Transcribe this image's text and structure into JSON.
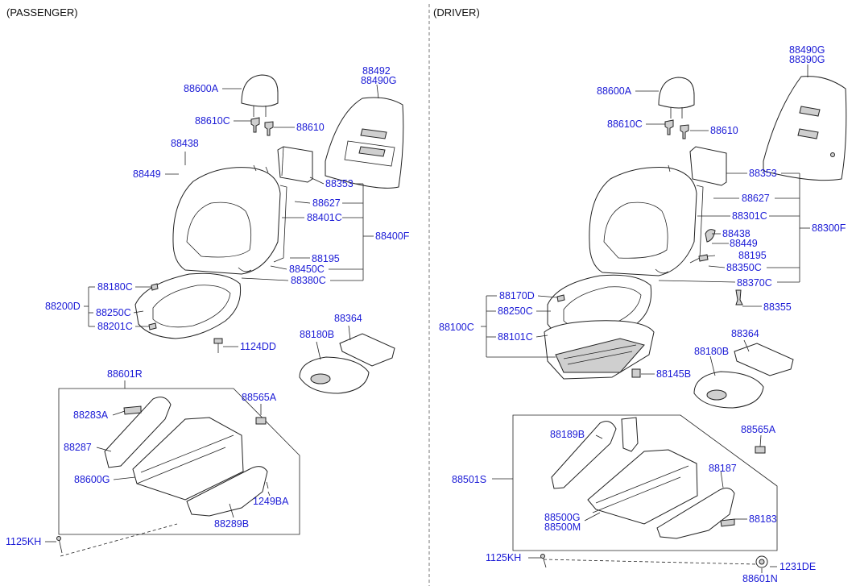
{
  "headers": {
    "passenger": "(PASSENGER)",
    "driver": "(DRIVER)"
  },
  "passenger": {
    "labels": {
      "p88600A": "88600A",
      "p88492": "88492",
      "p88490G": "88490G",
      "p88610C": "88610C",
      "p88610": "88610",
      "p88438": "88438",
      "p88449": "88449",
      "p88353": "88353",
      "p88627": "88627",
      "p88401C": "88401C",
      "p88400F": "88400F",
      "p88195": "88195",
      "p88450C": "88450C",
      "p88380C": "88380C",
      "p88180C": "88180C",
      "p88200D": "88200D",
      "p88250C": "88250C",
      "p88201C": "88201C",
      "p88364": "88364",
      "p88180B": "88180B",
      "p1124DD": "1124DD",
      "p88601R": "88601R",
      "p88565A": "88565A",
      "p88283A": "88283A",
      "p88287": "88287",
      "p88600G": "88600G",
      "p1249BA": "1249BA",
      "p88289B": "88289B",
      "p1125KH": "1125KH"
    }
  },
  "driver": {
    "labels": {
      "d88490G": "88490G",
      "d88390G": "88390G",
      "d88600A": "88600A",
      "d88610C": "88610C",
      "d88610": "88610",
      "d88353": "88353",
      "d88627": "88627",
      "d88301C": "88301C",
      "d88300F": "88300F",
      "d88438": "88438",
      "d88449": "88449",
      "d88195": "88195",
      "d88350C": "88350C",
      "d88370C": "88370C",
      "d88355": "88355",
      "d88170D": "88170D",
      "d88250C": "88250C",
      "d88100C": "88100C",
      "d88101C": "88101C",
      "d88364": "88364",
      "d88180B": "88180B",
      "d88145B": "88145B",
      "d88565A": "88565A",
      "d88189B": "88189B",
      "d88187": "88187",
      "d88501S": "88501S",
      "d88183": "88183",
      "d88500G": "88500G",
      "d88500M": "88500M",
      "d1125KH": "1125KH",
      "d1231DE": "1231DE",
      "d88601N": "88601N"
    }
  }
}
